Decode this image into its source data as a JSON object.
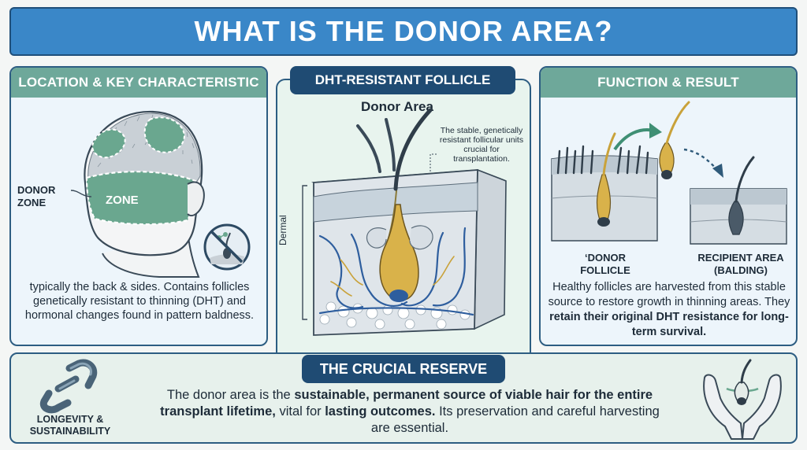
{
  "title": "WHAT IS THE DONOR AREA?",
  "left_panel": {
    "heading": "LOCATION & KEY CHARACTERISTIC",
    "donor_label": "DONOR\nZONE",
    "zone_label": "ZONE",
    "text": "typically the back & sides. Contains follicles genetically resistant to thinning (DHT) and hormonal changes found in pattern baldness."
  },
  "center_panel": {
    "heading": "DHT-RESISTANT FOLLICLE",
    "donor_area_label": "Donor Area",
    "note": "The stable, genetically resistant follicular units crucial for transplantation.",
    "dermal_label": "Dermal"
  },
  "right_panel": {
    "heading": "FUNCTION & RESULT",
    "donor_follicle_label": "‘DONOR\nFOLLICLE",
    "recipient_label": "RECIPIENT AREA\n(BALDING)",
    "text_plain": "Healthy follicles are harvested from this stable source to restore growth in thinning areas. They ",
    "text_bold": "retain their original DHT resistance for long-term survival."
  },
  "bottom_panel": {
    "heading": "THE CRUCIAL RESERVE",
    "left_label": "LONGEVITY &\nSUSTAINABILITY",
    "text_1": "The donor area is the ",
    "text_bold_1": "sustainable, permanent source of viable hair for the entire transplant lifetime,",
    "text_2": " vital for ",
    "text_bold_2": "lasting outcomes.",
    "text_3": " Its preservation and careful harvesting are essential."
  },
  "colors": {
    "title_blue": "#3a87c8",
    "navy": "#1f4b73",
    "teal": "#6ea89a",
    "zone_green": "#6aa78f",
    "gold": "#c9a23a"
  }
}
